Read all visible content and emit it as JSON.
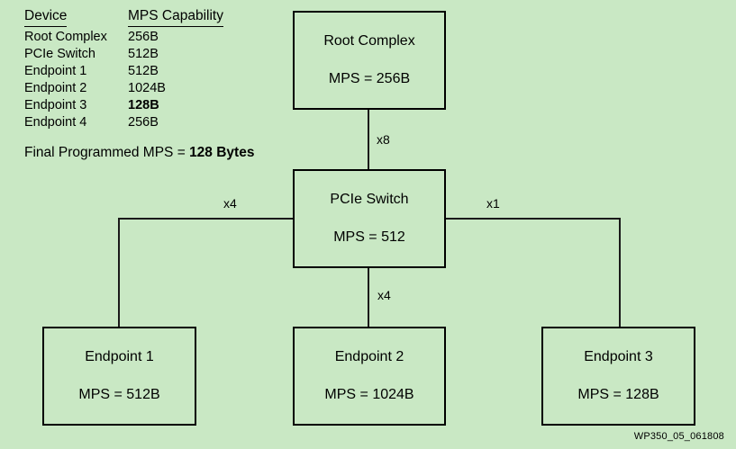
{
  "background_color": "#c9e8c4",
  "line_color": "#1a1a1a",
  "legend": {
    "header": {
      "device": "Device",
      "capability": "MPS Capability"
    },
    "rows": [
      {
        "device": "Root Complex",
        "capability": "256B",
        "bold": false
      },
      {
        "device": "PCIe Switch",
        "capability": "512B",
        "bold": false
      },
      {
        "device": "Endpoint 1",
        "capability": "512B",
        "bold": false
      },
      {
        "device": "Endpoint 2",
        "capability": "1024B",
        "bold": false
      },
      {
        "device": "Endpoint 3",
        "capability": "128B",
        "bold": true
      },
      {
        "device": "Endpoint 4",
        "capability": "256B",
        "bold": false
      }
    ],
    "final_label": "Final Programmed MPS = ",
    "final_value": "128 Bytes"
  },
  "nodes": {
    "root_complex": {
      "title": "Root Complex",
      "mps": "MPS = 256B"
    },
    "pcie_switch": {
      "title": "PCIe Switch",
      "mps": "MPS = 512"
    },
    "endpoint1": {
      "title": "Endpoint 1",
      "mps": "MPS = 512B"
    },
    "endpoint2": {
      "title": "Endpoint 2",
      "mps": "MPS = 1024B"
    },
    "endpoint3": {
      "title": "Endpoint 3",
      "mps": "MPS = 128B"
    }
  },
  "links": {
    "root_to_switch": "x8",
    "switch_to_ep1": "x4",
    "switch_to_ep2": "x4",
    "switch_to_ep3": "x1"
  },
  "watermark": "WP350_05_061808"
}
